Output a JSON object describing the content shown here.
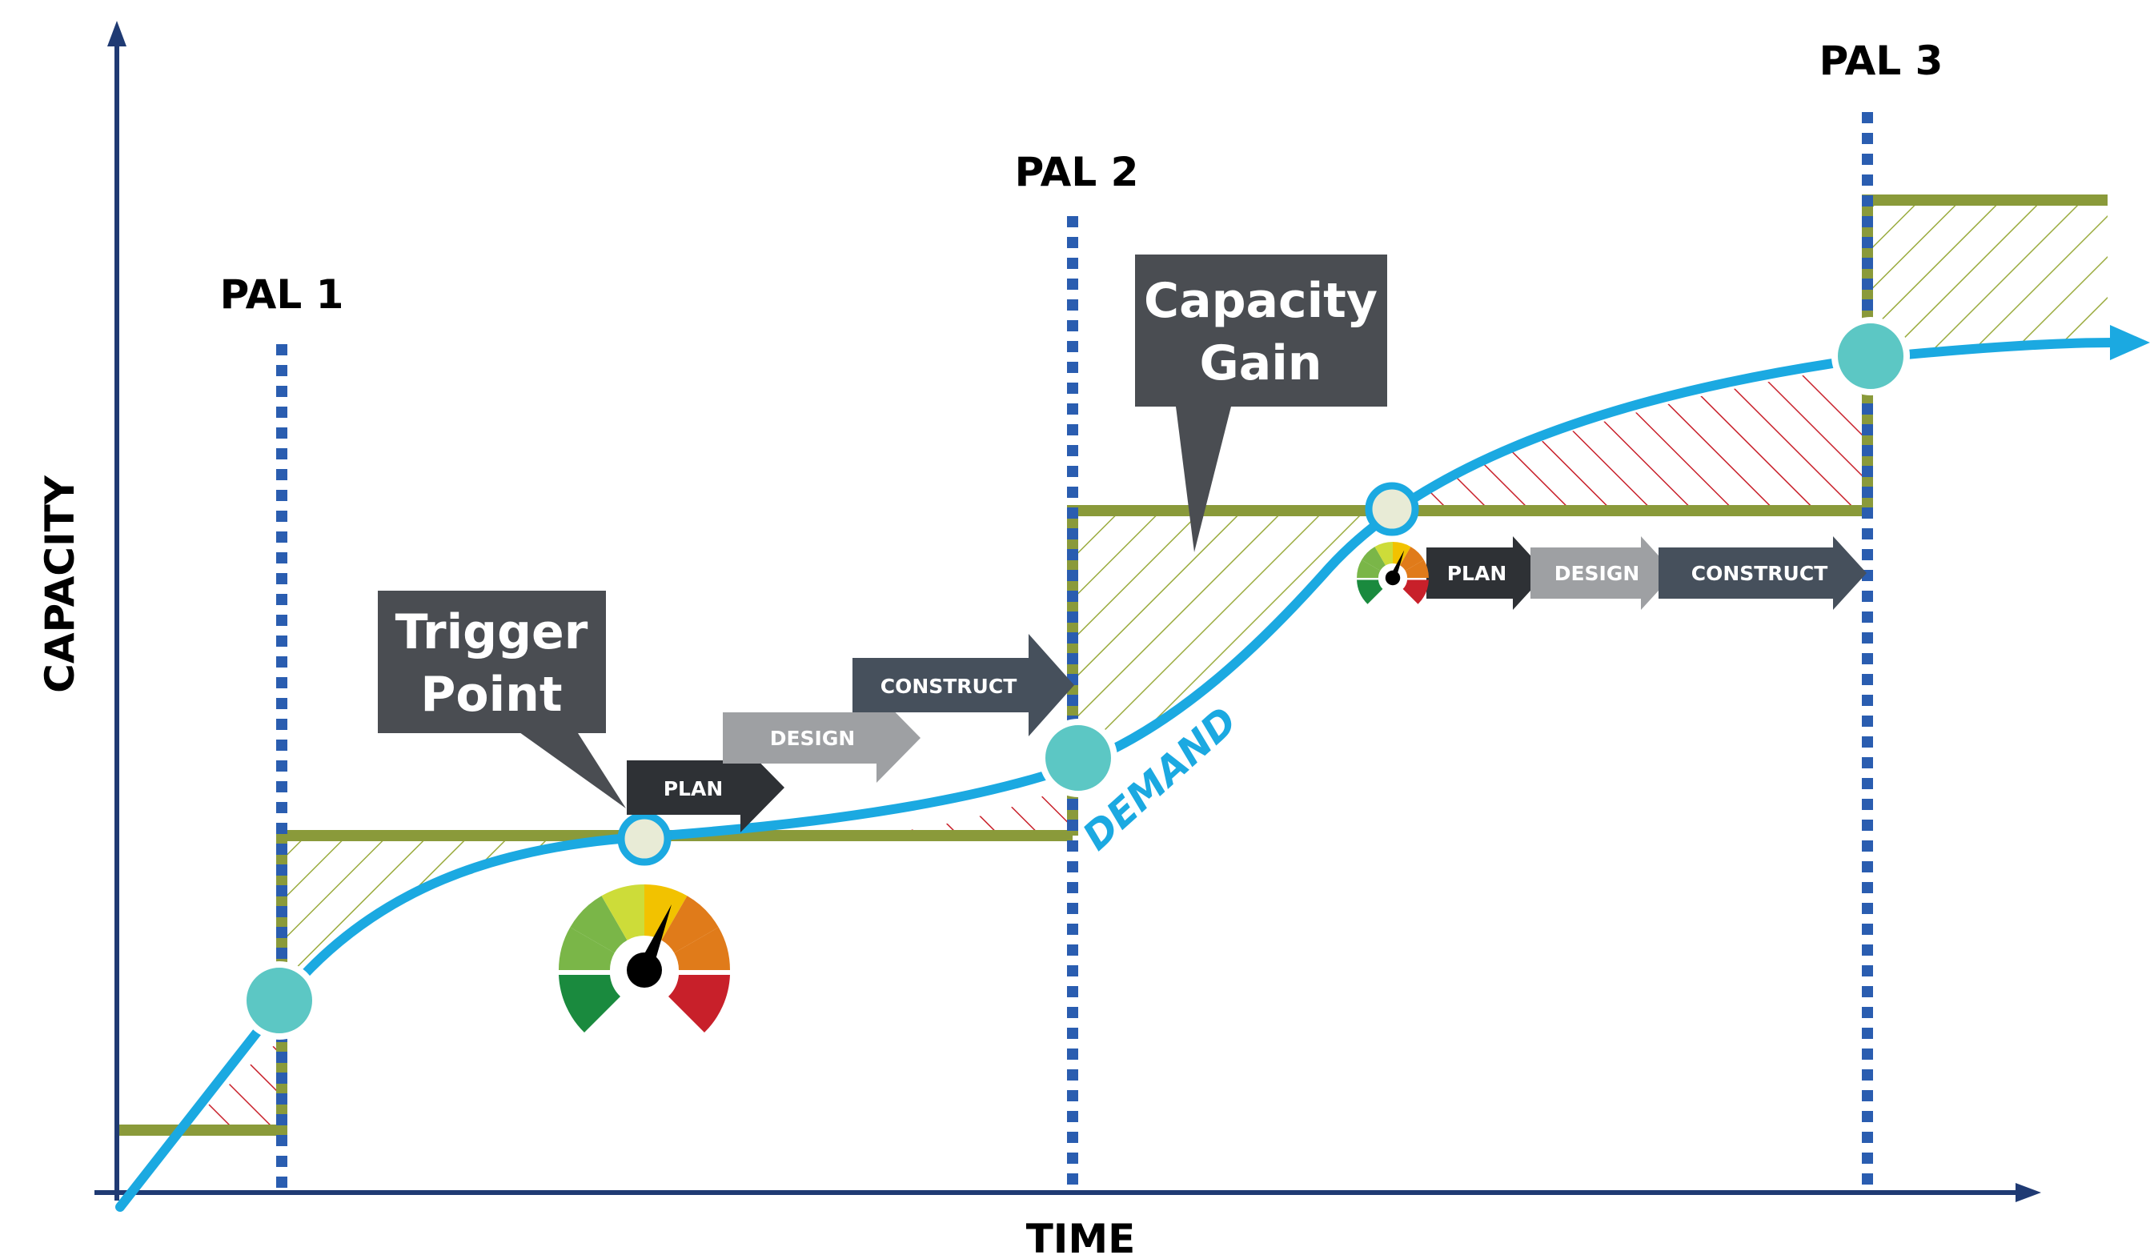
{
  "axes": {
    "y_label": "CAPACITY",
    "x_label": "TIME"
  },
  "pal_labels": [
    "PAL 1",
    "PAL 2",
    "PAL 3"
  ],
  "callouts": {
    "trigger_line1": "Trigger",
    "trigger_line2": "Point",
    "capacity_line1": "Capacity",
    "capacity_line2": "Gain"
  },
  "phases": {
    "plan": "PLAN",
    "design": "DESIGN",
    "construct": "CONSTRUCT"
  },
  "demand_label": "DEMAND",
  "colors": {
    "axis": "#1f3a73",
    "pal_line": "#2a5db0",
    "capacity": "#8a9a3a",
    "demand": "#1ba9e1",
    "node": "#5cc7c4",
    "trigger_node": "#e8ebd6",
    "callout_bg": "#4a4d52",
    "plan_arrow": "#2e3135",
    "design_arrow": "#9ea0a3",
    "construct_arrow": "#46505c",
    "surplus_hatch": "#8a9a3a",
    "deficit_hatch": "#c8202a",
    "gauge": [
      "#1a8a3e",
      "#7ab648",
      "#cddc39",
      "#f2c200",
      "#e07b1a",
      "#c8202a"
    ]
  },
  "icons": [
    "gauge-icon"
  ]
}
